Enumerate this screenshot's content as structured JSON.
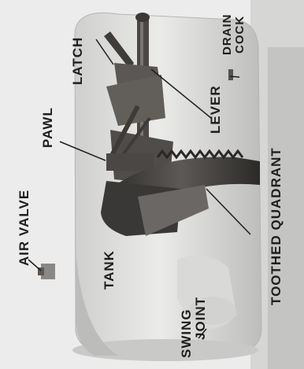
{
  "labels": {
    "latch": "LATCH",
    "pawl": "PAWL",
    "lever": "LEVER",
    "drain_1": "DRAIN",
    "drain_2": "COCK",
    "air_valve": "AIR VALVE",
    "tank": "TANK",
    "toothed_quadrant": "TOOTHED QUADRANT",
    "swing_1": "SWING",
    "swing_2": "JOINT"
  },
  "colors": {
    "ink": "#1e1e1e",
    "background": "#ececec",
    "tank": "#dcdcda",
    "metal_dark": "#3a3836",
    "metal_mid": "#6a6764"
  }
}
